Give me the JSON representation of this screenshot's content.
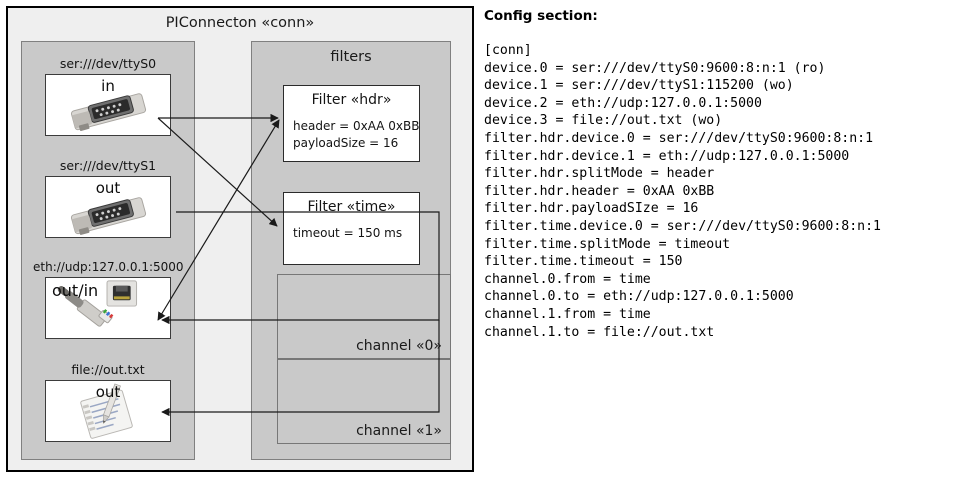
{
  "diagram": {
    "title": "PIConnecton «conn»",
    "devices_group": {
      "name": "devices-group",
      "items": [
        {
          "caption": "ser:///dev/ttyS0",
          "direction": "in",
          "icon": "serial-port-icon",
          "direction_align": "center"
        },
        {
          "caption": "ser:///dev/ttyS1",
          "direction": "out",
          "icon": "serial-port-icon",
          "direction_align": "center"
        },
        {
          "caption": "eth://udp:127.0.0.1:5000",
          "direction": "out/in",
          "icon": "ethernet-jack-icon",
          "direction_align": "left"
        },
        {
          "caption": "file://out.txt",
          "direction": "out",
          "icon": "text-file-icon",
          "direction_align": "center"
        }
      ]
    },
    "filters_group": {
      "label": "filters",
      "filters": [
        {
          "title": "Filter «hdr»",
          "props": [
            "header = 0xAA 0xBB",
            "payloadSize = 16"
          ]
        },
        {
          "title": "Filter «time»",
          "props": [
            "timeout = 150 ms"
          ]
        }
      ],
      "channels": [
        {
          "label": "channel «0»"
        },
        {
          "label": "channel «1»"
        }
      ]
    },
    "colors": {
      "panel_background": "#efefef",
      "group_background": "#c9c9c9",
      "card_background": "#ffffff",
      "outer_border": "#000000",
      "group_border": "#808080",
      "wire": "#1a1a1a"
    }
  },
  "config": {
    "heading": "Config section:",
    "lines": [
      "[conn]",
      "device.0 = ser:///dev/ttyS0:9600:8:n:1 (ro)",
      "device.1 = ser:///dev/ttyS1:115200 (wo)",
      "device.2 = eth://udp:127.0.0.1:5000",
      "device.3 = file://out.txt (wo)",
      "filter.hdr.device.0 = ser:///dev/ttyS0:9600:8:n:1",
      "filter.hdr.device.1 = eth://udp:127.0.0.1:5000",
      "filter.hdr.splitMode = header",
      "filter.hdr.header = 0xAA 0xBB",
      "filter.hdr.payloadSIze = 16",
      "filter.time.device.0 = ser:///dev/ttyS0:9600:8:n:1",
      "filter.time.splitMode = timeout",
      "filter.time.timeout = 150",
      "channel.0.from = time",
      "channel.0.to = eth://udp:127.0.0.1:5000",
      "channel.1.from = time",
      "channel.1.to = file://out.txt"
    ]
  }
}
